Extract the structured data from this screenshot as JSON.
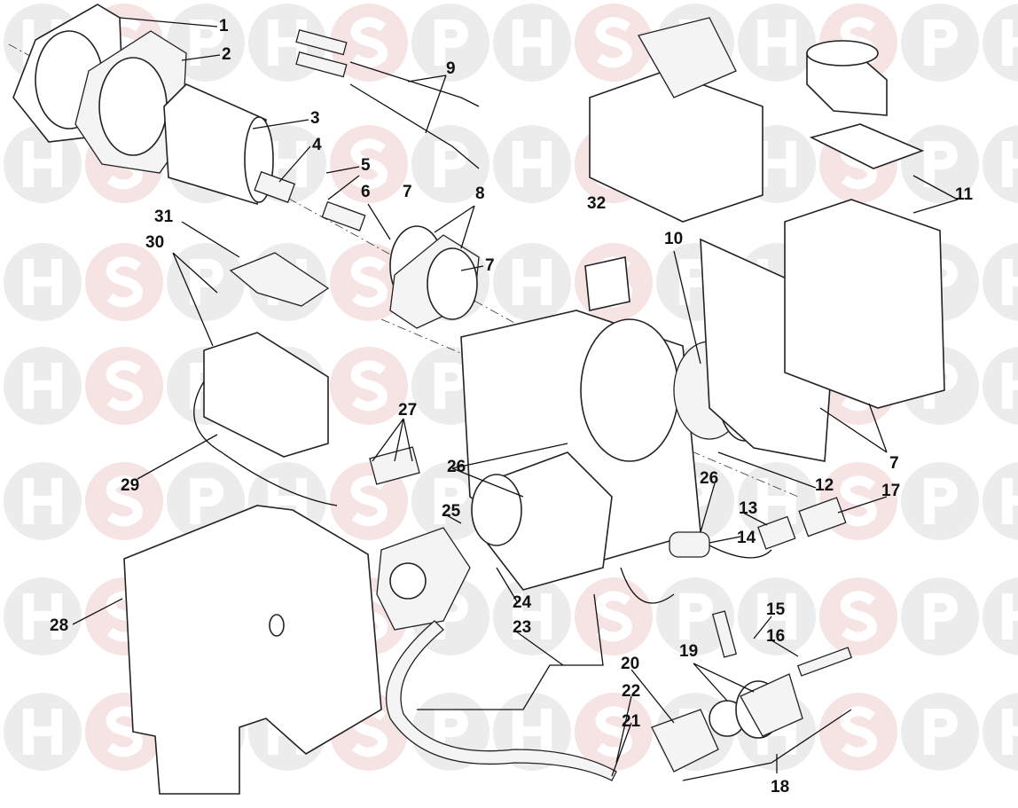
{
  "diagram": {
    "title": "Burner exploded parts diagram",
    "watermark": {
      "letters": [
        "H",
        "S",
        "P"
      ],
      "colors": {
        "grey": "#ececec",
        "pink": "#f6e3e3"
      }
    },
    "labels": [
      "1",
      "2",
      "3",
      "4",
      "5",
      "6",
      "7",
      "8",
      "7",
      "9",
      "10",
      "11",
      "7",
      "12",
      "13",
      "14",
      "15",
      "16",
      "17",
      "18",
      "19",
      "20",
      "21",
      "22",
      "23",
      "24",
      "25",
      "26",
      "26",
      "27",
      "28",
      "29",
      "30",
      "31",
      "32"
    ]
  }
}
